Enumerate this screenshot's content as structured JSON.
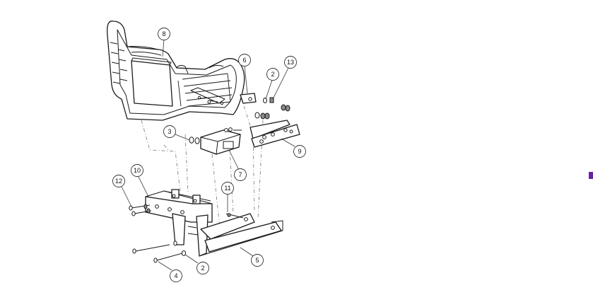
{
  "diagram": {
    "callouts": [
      {
        "id": "c8",
        "label": "8"
      },
      {
        "id": "c6",
        "label": "6"
      },
      {
        "id": "c13",
        "label": "13"
      },
      {
        "id": "c2a",
        "label": "2"
      },
      {
        "id": "c3",
        "label": "3"
      },
      {
        "id": "c9",
        "label": "9"
      },
      {
        "id": "c7",
        "label": "7"
      },
      {
        "id": "c10",
        "label": "10"
      },
      {
        "id": "c12",
        "label": "12"
      },
      {
        "id": "c11",
        "label": "11"
      },
      {
        "id": "c5",
        "label": "5"
      },
      {
        "id": "c2b",
        "label": "2"
      },
      {
        "id": "c4",
        "label": "4"
      }
    ]
  },
  "colors": {
    "line": "#1a1a1a",
    "accent_marker": "#6a1fa8",
    "background": "#ffffff"
  }
}
